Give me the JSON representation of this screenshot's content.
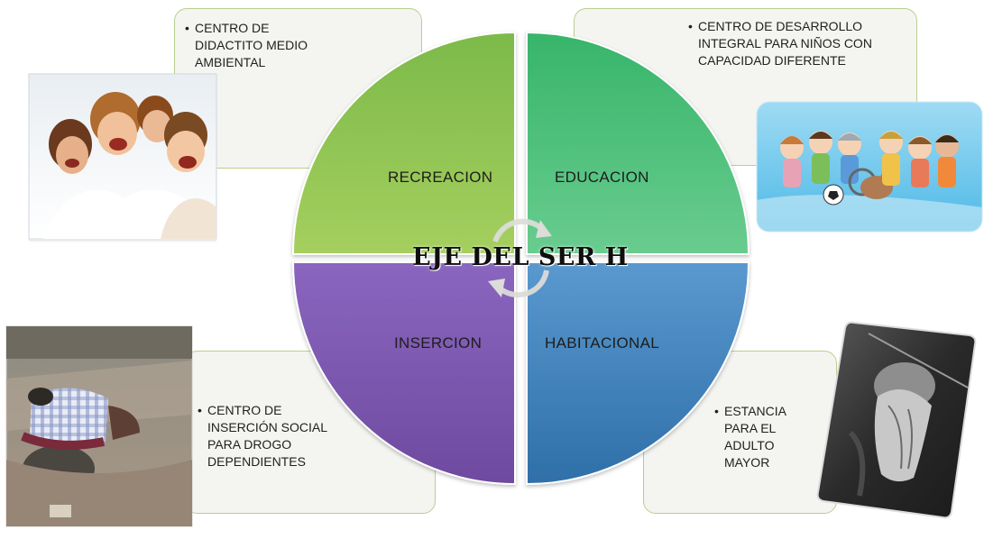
{
  "center_title": "EJE DEL SER H",
  "quadrants": [
    {
      "id": "recreacion",
      "label": "RECREACION",
      "color": "#8dc63f",
      "box_text": "CENTRO DE\nDIDACTITO MEDIO\nAMBIENTAL",
      "photo": "children-laughing-photo"
    },
    {
      "id": "educacion",
      "label": "EDUCACION",
      "color": "#48c07a",
      "box_text": "CENTRO DE DESARROLLO\nINTEGRAL PARA NIÑOS CON\nCAPACIDAD DIFERENTE",
      "photo": "cartoon-children-illustration"
    },
    {
      "id": "insercion",
      "label": "INSERCION",
      "color": "#8e65b8",
      "box_text": "CENTRO DE\nINSERCIÓN SOCIAL\nPARA DROGO\nDEPENDIENTES",
      "photo": "person-sleeping-street-photo"
    },
    {
      "id": "habitacional",
      "label": "HABITACIONAL",
      "color": "#4a86c0",
      "box_text": "ESTANCIA\nPARA EL\nADULTO\nMAYOR",
      "photo": "elderly-hands-praying-photo"
    }
  ],
  "icons": [
    "cycle-arrows-icon"
  ]
}
